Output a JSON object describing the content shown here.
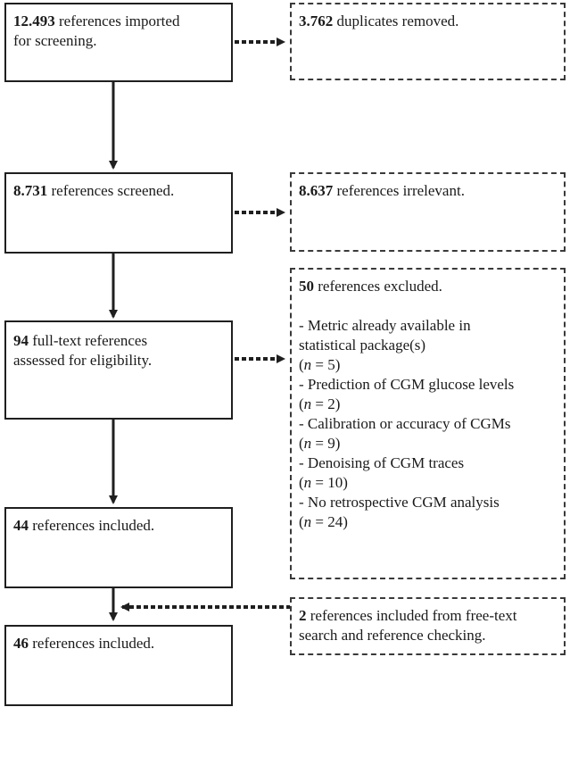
{
  "main_boxes": [
    {
      "number": "12.493",
      "line1": "references imported",
      "line2": "for screening."
    },
    {
      "number": "8.731",
      "line1": "references screened.",
      "line2": ""
    },
    {
      "number": "94",
      "line1": "full-text references",
      "line2": "assessed for eligibility."
    },
    {
      "number": "44",
      "line1": "references included.",
      "line2": ""
    },
    {
      "number": "46",
      "line1": "references included.",
      "line2": ""
    }
  ],
  "side_boxes": {
    "duplicates": {
      "number": "3.762",
      "text": "duplicates removed."
    },
    "irrelevant": {
      "number": "8.637",
      "text": "references irrelevant."
    },
    "excluded": {
      "number": "50",
      "text": "references excluded.",
      "reasons": [
        {
          "lines": [
            "- Metric already available in",
            "statistical package(s)"
          ],
          "count": "5"
        },
        {
          "lines": [
            "- Prediction of CGM glucose levels"
          ],
          "count": "2"
        },
        {
          "lines": [
            "- Calibration or accuracy of CGMs"
          ],
          "count": "9"
        },
        {
          "lines": [
            "- Denoising of CGM traces"
          ],
          "count": "10"
        },
        {
          "lines": [
            "- No retrospective CGM analysis"
          ],
          "count": "24"
        }
      ]
    },
    "added": {
      "number": "2",
      "line1": "references included from free-text",
      "line2": "search and reference checking."
    }
  },
  "n_symbol": "n",
  "eq": " = "
}
